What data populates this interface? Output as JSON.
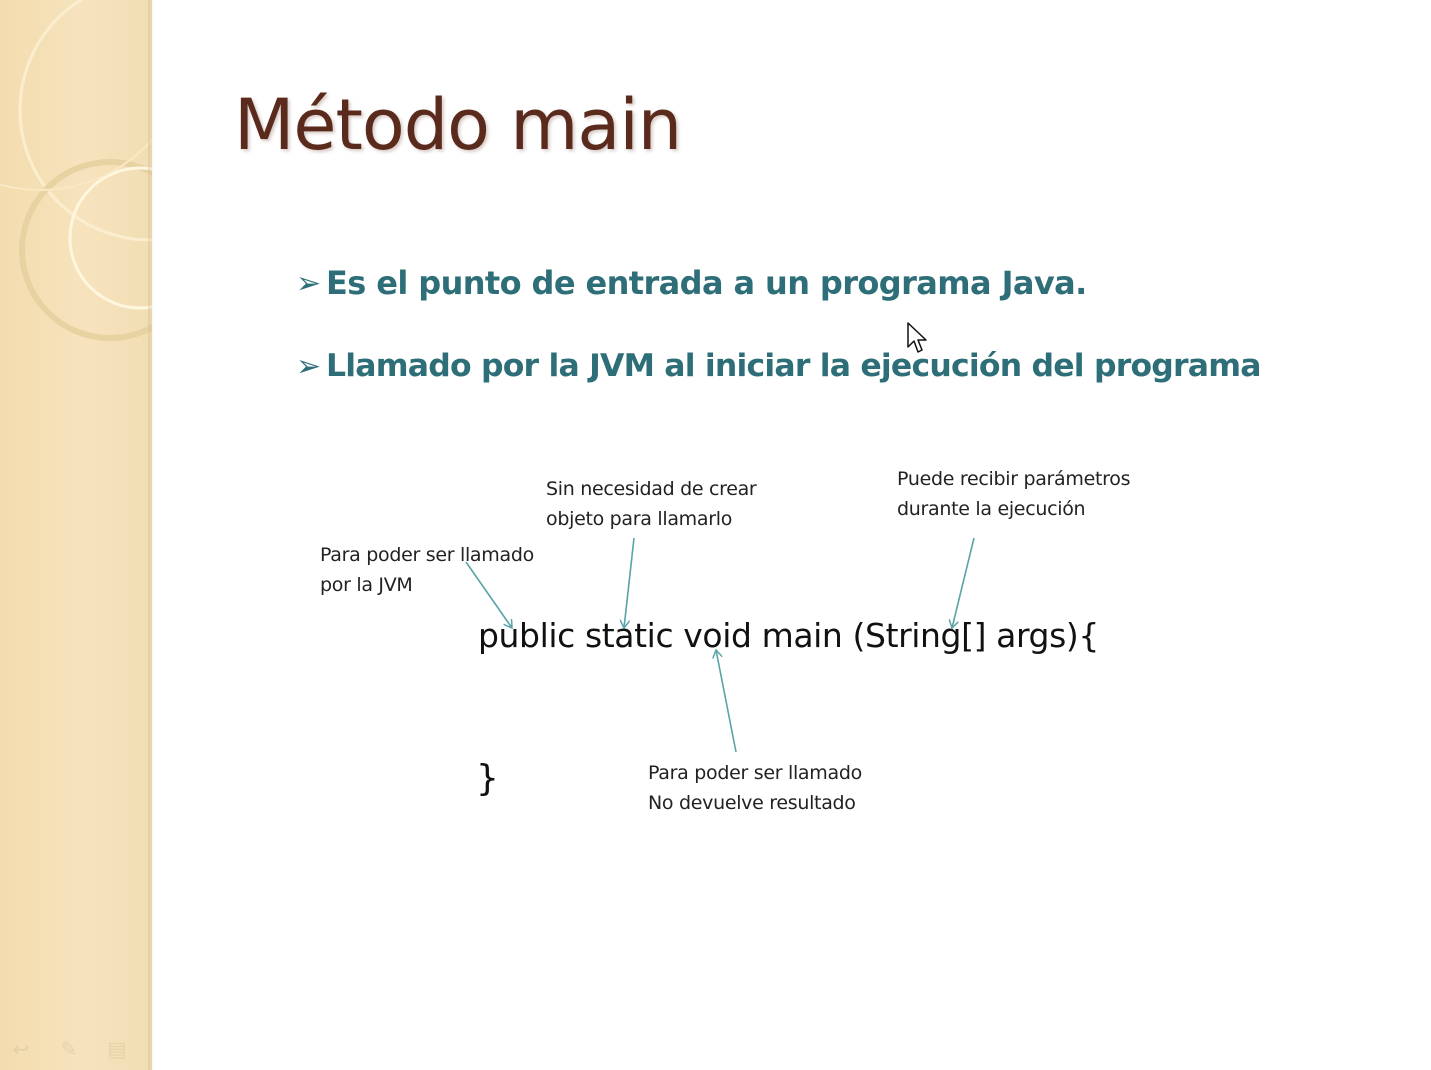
{
  "slide": {
    "title": "Método main",
    "bullet_marker": "➢",
    "bullets": [
      "Es el punto de entrada a un programa Java.",
      "Llamado por la JVM al iniciar la ejecución del programa"
    ]
  },
  "code": {
    "signature": "public static void main (String[] args){",
    "closing_brace": "}"
  },
  "annotations": {
    "public": {
      "line1": "Para poder ser llamado",
      "line2": "por la JVM"
    },
    "static": {
      "line1": "Sin necesidad de crear",
      "line2": "objeto para llamarlo"
    },
    "args": {
      "line1": "Puede recibir parámetros",
      "line2": "durante la ejecución"
    },
    "void": {
      "line1": "Para poder ser llamado",
      "line2": "No devuelve resultado"
    }
  },
  "colors": {
    "title": "#5a2a1d",
    "bullets": "#2e6e78",
    "arrows": "#5aa3a8",
    "sidebar": "#f3dcae"
  },
  "navigation": {
    "icons": [
      "previous-icon",
      "pen-icon",
      "menu-icon",
      "next-icon"
    ]
  }
}
